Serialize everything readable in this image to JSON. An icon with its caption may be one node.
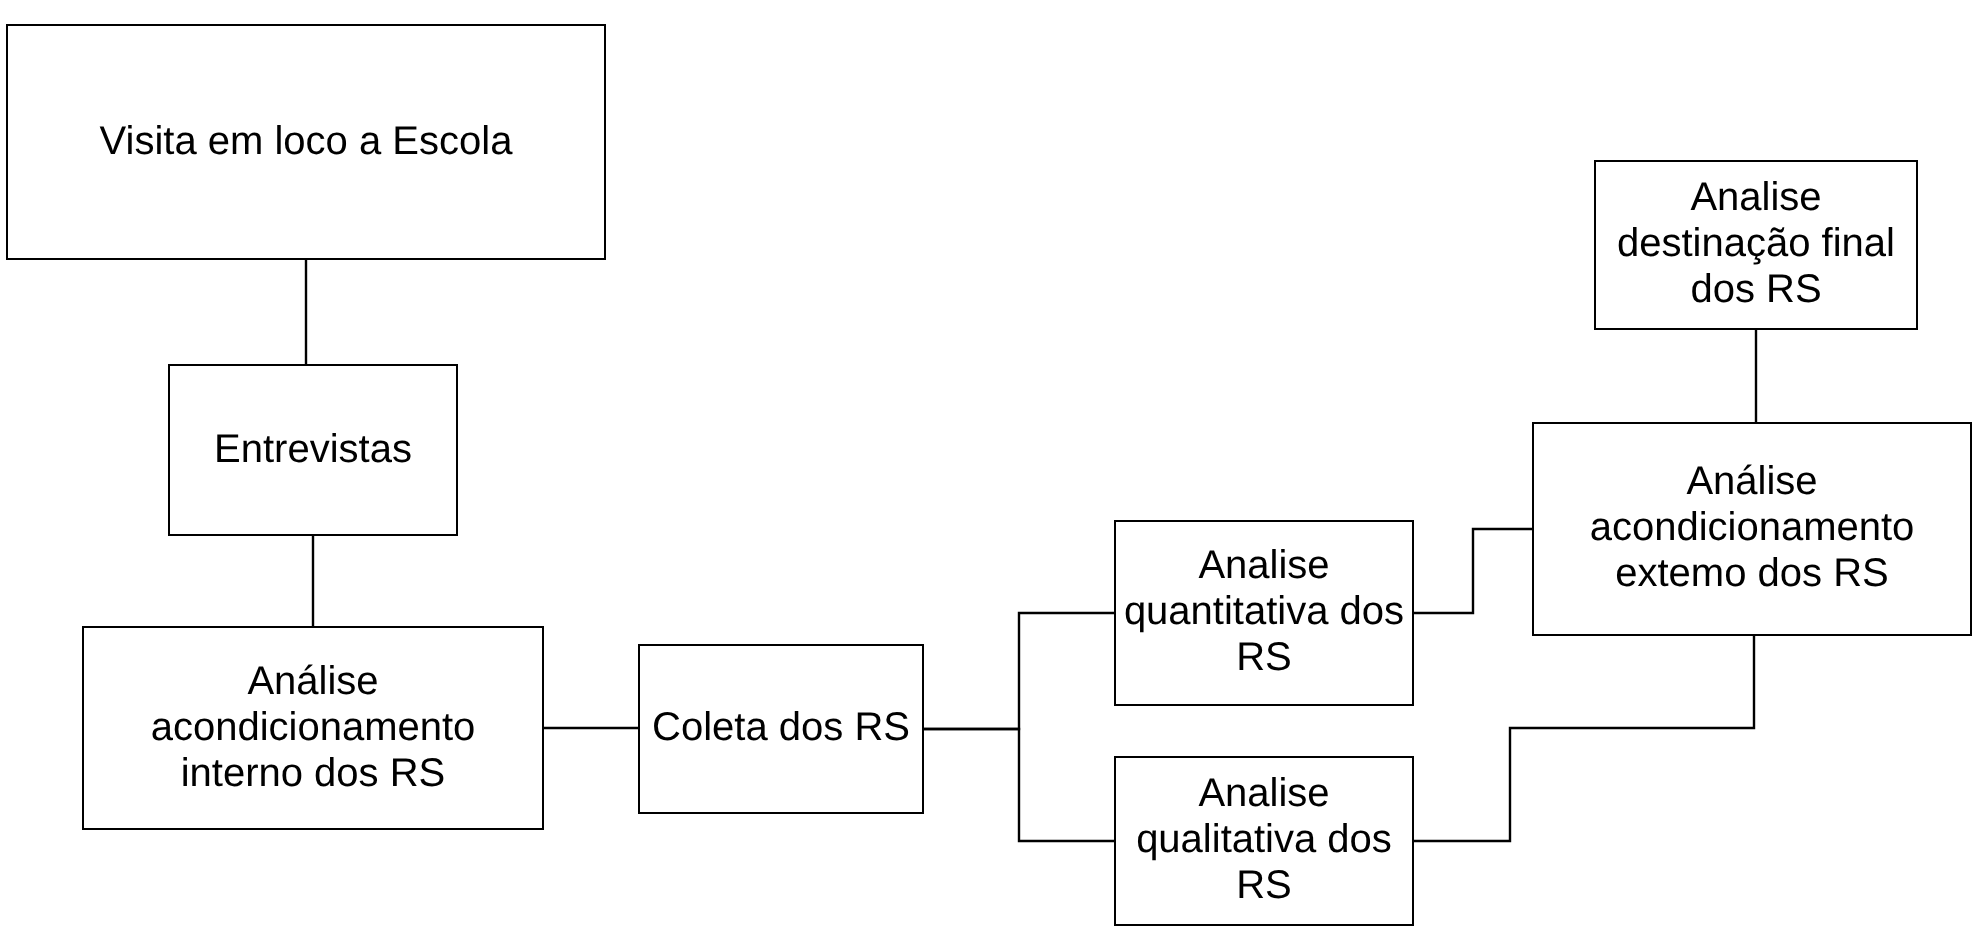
{
  "diagram": {
    "nodes": [
      {
        "text": [
          "Visita em loco a Escola"
        ]
      },
      {
        "text": [
          "Entrevistas"
        ]
      },
      {
        "text": [
          "Análise acondicionamento interno dos RS"
        ]
      },
      {
        "text": [
          "Coleta dos RS"
        ]
      },
      {
        "text": [
          "Analise quantitativa dos RS"
        ]
      },
      {
        "text": [
          "Analise qualitativa dos RS"
        ]
      },
      {
        "text": [
          "Análise acondicionamento extemo dos RS"
        ]
      },
      {
        "text": [
          "Analise destinação final dos RS"
        ]
      }
    ],
    "edges": [
      {
        "from": 0,
        "to": 1,
        "arrow": "none"
      },
      {
        "from": 1,
        "to": 2,
        "arrow": "none"
      },
      {
        "from": 2,
        "to": 3,
        "arrow": "none"
      },
      {
        "from": 3,
        "to": 4,
        "arrow": "none"
      },
      {
        "from": 3,
        "to": 5,
        "arrow": "none"
      },
      {
        "from": 4,
        "to": 6,
        "arrow": "none"
      },
      {
        "from": 5,
        "to": 6,
        "arrow": "none"
      },
      {
        "from": 7,
        "to": 6,
        "arrow": "none"
      }
    ]
  }
}
